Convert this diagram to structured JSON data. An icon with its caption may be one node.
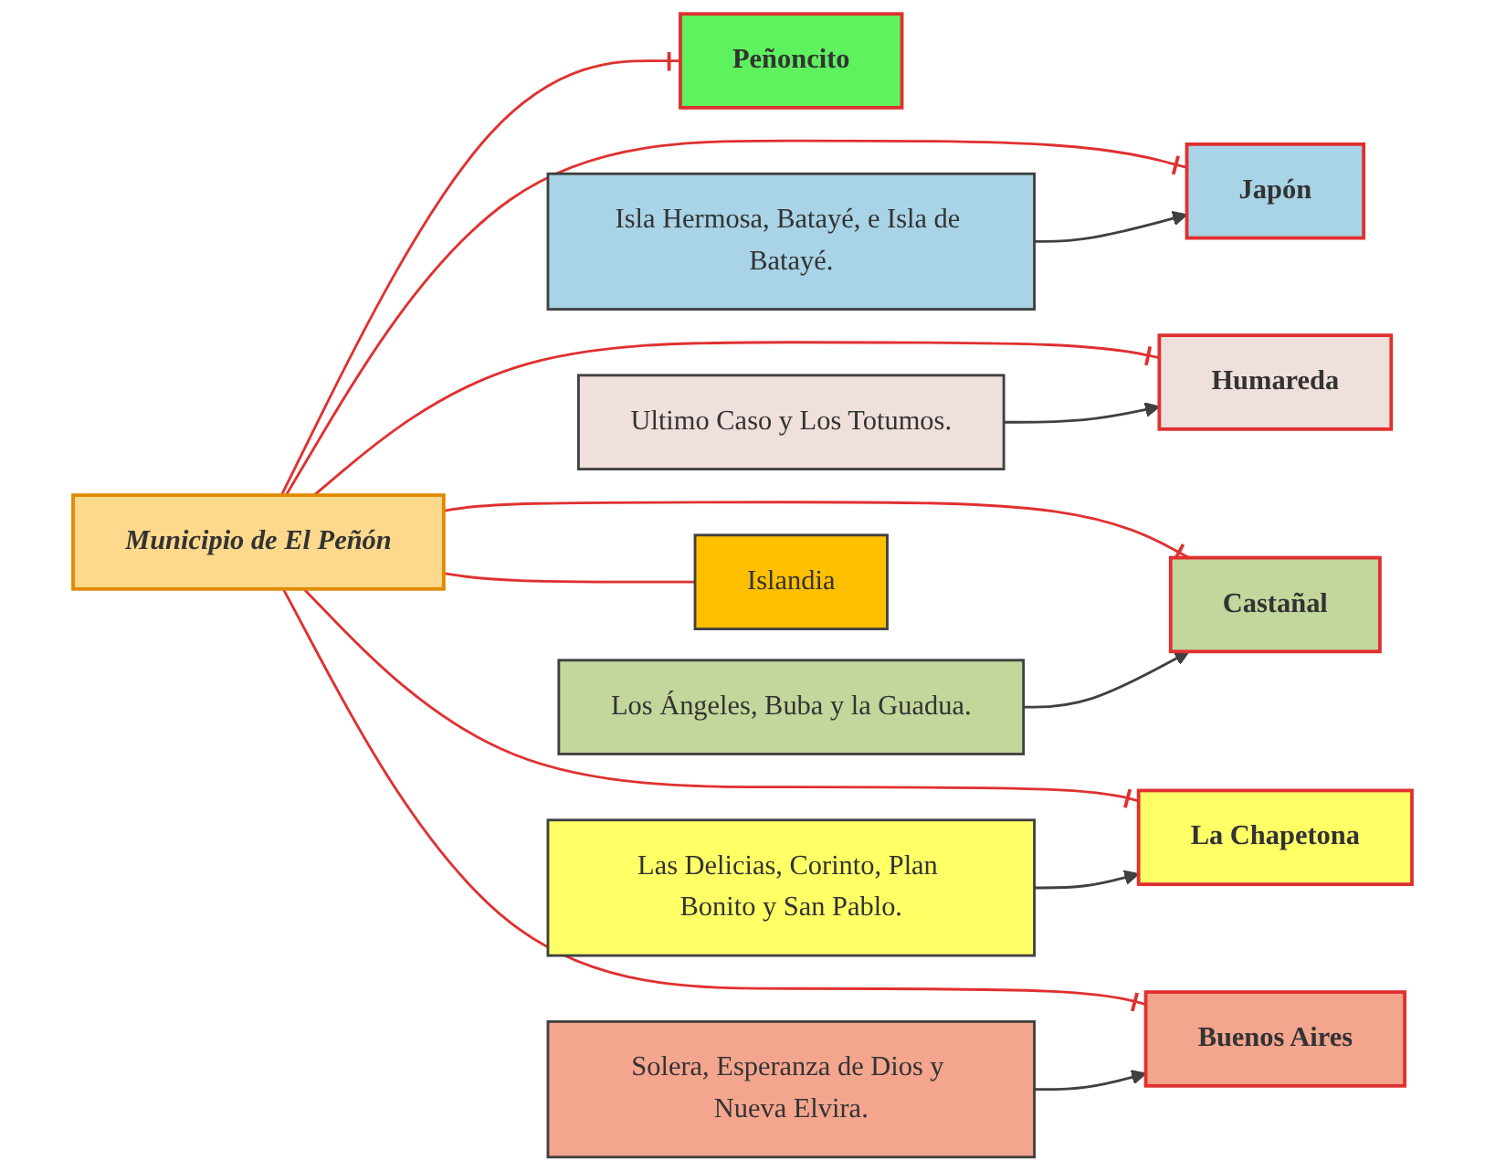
{
  "diagram": {
    "nodes": [
      {
        "text": [
          "Municipio de El Peñón"
        ]
      },
      {
        "text": [
          "Peñoncito"
        ]
      },
      {
        "text": [
          "Japón"
        ]
      },
      {
        "text": [
          "Isla Hermosa, Batayé, e Isla de Batayé."
        ]
      },
      {
        "text": [
          "Humareda"
        ]
      },
      {
        "text": [
          "Ultimo Caso y Los Totumos."
        ]
      },
      {
        "text": [
          "Castañal"
        ]
      },
      {
        "text": [
          "Los Ángeles, Buba y la Guadua."
        ]
      },
      {
        "text": [
          "La Chapetona"
        ]
      },
      {
        "text": [
          "Las Delicias, Corinto, Plan Bonito y San Pablo."
        ]
      },
      {
        "text": [
          "Buenos Aires"
        ]
      },
      {
        "text": [
          "Solera, Esperanza de Dios y Nueva Elvira."
        ]
      },
      {
        "text": [
          "Islandia"
        ]
      }
    ],
    "edges": [
      {
        "from": 0,
        "to": 1,
        "arrow": "other"
      },
      {
        "from": 0,
        "to": 2,
        "arrow": "other"
      },
      {
        "from": 0,
        "to": 4,
        "arrow": "other"
      },
      {
        "from": 0,
        "to": 6,
        "arrow": "other"
      },
      {
        "from": 0,
        "to": 8,
        "arrow": "other"
      },
      {
        "from": 0,
        "to": 10,
        "arrow": "other"
      },
      {
        "from": 0,
        "to": 12,
        "arrow": "none"
      },
      {
        "from": 3,
        "to": 2,
        "arrow": "to",
        "color": "#404040"
      },
      {
        "from": 5,
        "to": 4,
        "arrow": "to",
        "color": "#404040"
      },
      {
        "from": 7,
        "to": 6,
        "arrow": "to",
        "color": "#404040"
      },
      {
        "from": 9,
        "to": 8,
        "arrow": "to",
        "color": "#404040"
      },
      {
        "from": 11,
        "to": 10,
        "arrow": "to",
        "color": "#404040"
      }
    ]
  }
}
